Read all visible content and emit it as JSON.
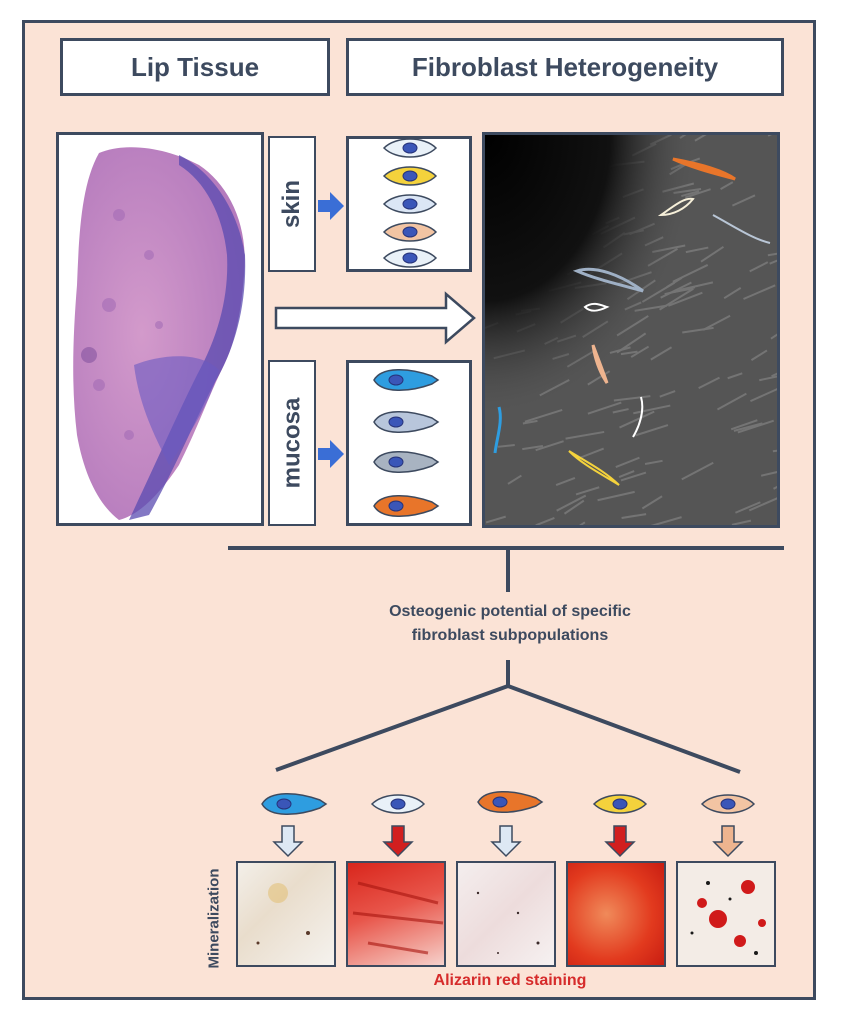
{
  "headers": {
    "left": "Lip Tissue",
    "right": "Fibroblast Heterogeneity"
  },
  "labels": {
    "skin": "skin",
    "mucosa": "mucosa",
    "mineralization": "Mineralization",
    "alizarin": "Alizarin red staining"
  },
  "center_text": {
    "line1": "Osteogenic potential of specific",
    "line2": "fibroblast subpopulations"
  },
  "colors": {
    "border": "#3d4a5f",
    "background": "#fbe3d6",
    "cell_blue": "#2e9de0",
    "cell_light_blue": "#dbe6f5",
    "cell_orange": "#e8752a",
    "cell_yellow": "#f4d23c",
    "cell_peach": "#f2c4a3",
    "cell_grey": "#a8b3c1",
    "cell_pale": "#e9f1f8",
    "arrow_red": "#d11f1f",
    "arrow_pale": "#dde8f4",
    "arrow_salmon": "#eeb48f",
    "stain_red": "#d9261c"
  },
  "bottom_cells": [
    {
      "cell": "cell_blue",
      "arrow": "arrow_pale"
    },
    {
      "cell": "cell_pale",
      "arrow": "arrow_red"
    },
    {
      "cell": "cell_orange",
      "arrow": "arrow_pale"
    },
    {
      "cell": "cell_yellow",
      "arrow": "arrow_red"
    },
    {
      "cell": "cell_peach",
      "arrow": "arrow_salmon"
    }
  ]
}
